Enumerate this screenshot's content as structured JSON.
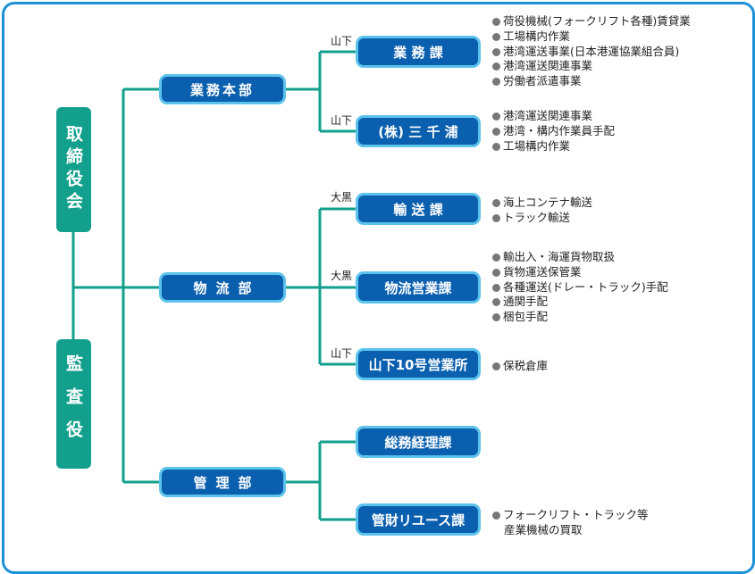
{
  "colors": {
    "frame": "#1e90d8",
    "root": "#12a08c",
    "dept": "#0a5fae",
    "border": "#5cc3ec",
    "connector": "#12a08c"
  },
  "roots": {
    "board": "取締役会",
    "audit": "監査役"
  },
  "departments": {
    "gyomu": "業務本部",
    "butsuryu": "物流部",
    "kanri": "管理部"
  },
  "sections": {
    "gyomuka": {
      "label": "業 務 課",
      "location": "山下"
    },
    "sanchiura": {
      "label": "(株) 三 千 浦",
      "location": "山下"
    },
    "yusou": {
      "label": "輸 送 課",
      "location": "大黒"
    },
    "eigyo": {
      "label": "物流営業課",
      "location": "大黒"
    },
    "yamashita": {
      "label": "山下10号営業所",
      "location": "山下"
    },
    "soumu": {
      "label": "総務経理課"
    },
    "kanzai": {
      "label": "管財リユース課"
    }
  },
  "notes": {
    "gyomuka": [
      "荷役機械(フォークリフト各種)賃貸業",
      "工場構内作業",
      "港湾運送事業(日本港運協業組合員)",
      "港湾運送関連事業",
      "労働者派遣事業"
    ],
    "sanchiura": [
      "港湾運送関連事業",
      "港湾・構内作業員手配",
      "工場構内作業"
    ],
    "yusou": [
      "海上コンテナ輸送",
      "トラック輸送"
    ],
    "eigyo": [
      "輸出入・海運貨物取扱",
      "貨物運送保管業",
      "各種運送(ドレー・トラック)手配",
      "通関手配",
      "梱包手配"
    ],
    "yamashita": [
      "保税倉庫"
    ],
    "kanzai": [
      "フォークリフト・トラック等",
      "産業機械の買取"
    ]
  }
}
